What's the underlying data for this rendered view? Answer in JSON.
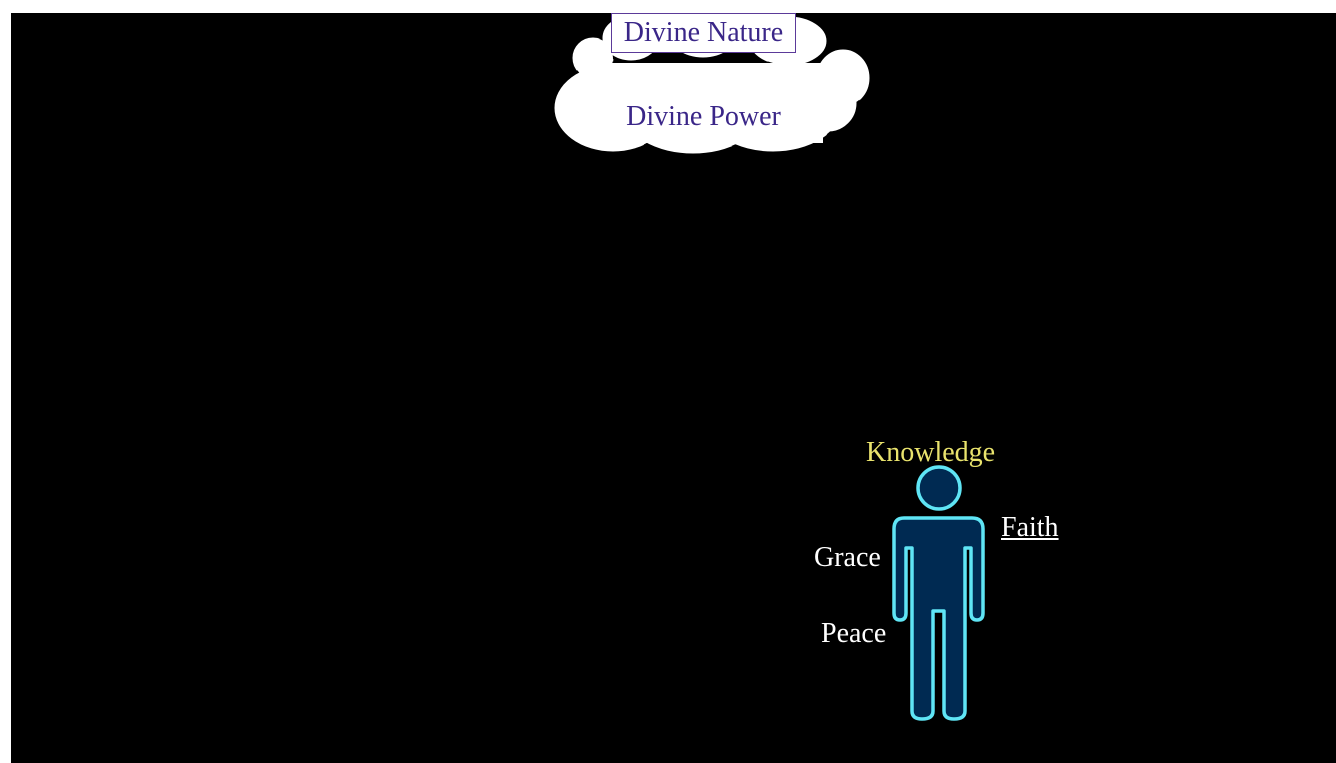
{
  "slide": {
    "background": "#000000"
  },
  "cloud": {
    "title": "Divine Nature",
    "subtitle": "Divine Power",
    "fill": "#ffffff",
    "text_color": "#3a2688"
  },
  "figure": {
    "icon": "person-icon",
    "body_color": "#002a52",
    "outline_color": "#5fe5f5"
  },
  "words": {
    "knowledge": "Knowledge",
    "faith": "Faith",
    "grace": "Grace",
    "peace": "Peace",
    "knowledge_color": "#e9e36d",
    "other_color": "#ffffff"
  }
}
